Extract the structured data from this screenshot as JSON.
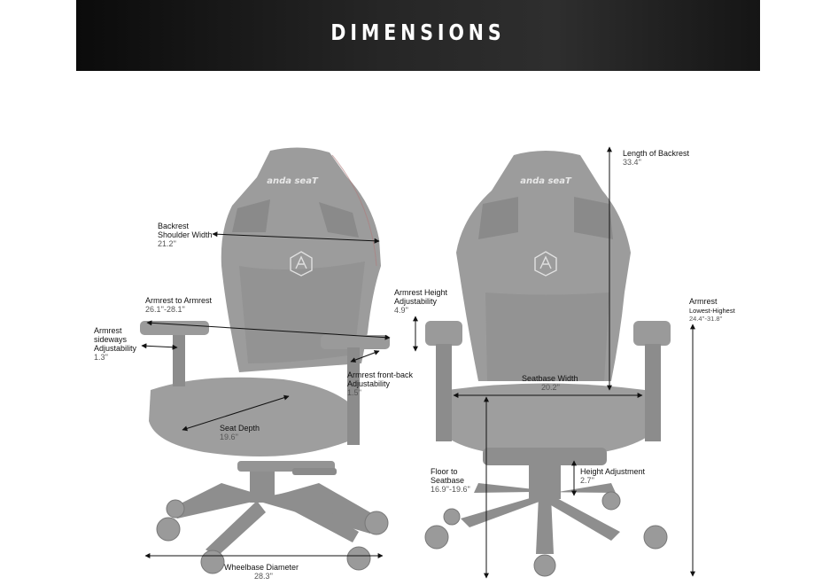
{
  "header": {
    "title": "DIMENSIONS"
  },
  "chairs": {
    "brand": "anda seaT"
  },
  "dimensions": {
    "backrest_shoulder_width": {
      "label_line1": "Backrest",
      "label_line2": "Shoulder Width",
      "value": "21.2''"
    },
    "armrest_to_armrest": {
      "label": "Armrest to Armrest",
      "value": "26.1''-28.1''"
    },
    "armrest_sideways": {
      "label_line1": "Armrest",
      "label_line2": "sideways",
      "label_line3": "Adjustability",
      "value": "1.3''"
    },
    "armrest_height": {
      "label_line1": "Armrest Height",
      "label_line2": "Adjustability",
      "value": "4.9''"
    },
    "armrest_front_back": {
      "label_line1": "Armrest front-back",
      "label_line2": "Adjustability",
      "value": "1.5''"
    },
    "seat_depth": {
      "label": "Seat Depth",
      "value": "19.6''"
    },
    "wheelbase_diameter": {
      "label": "Wheelbase Diameter",
      "value": "28.3''"
    },
    "length_of_backrest": {
      "label": "Length of Backrest",
      "value": "33.4''"
    },
    "armrest_lowest_highest": {
      "label": "Armrest",
      "sublabel": "Lowest-Highest",
      "value": "24.4''-31.8''"
    },
    "seatbase_width": {
      "label": "Seatbase Width",
      "value": "20.2''"
    },
    "floor_to_seatbase": {
      "label_line1": "Floor to",
      "label_line2": "Seatbase",
      "value": "16.9''-19.6''"
    },
    "height_adjustment": {
      "label": "Height Adjustment",
      "value": "2.7''"
    }
  },
  "colors": {
    "banner": "#1a1a1a",
    "chair": "#9a9a9a",
    "chair_dark": "#8a8a8a",
    "line": "#111111",
    "stitch": "#b07a7a"
  }
}
